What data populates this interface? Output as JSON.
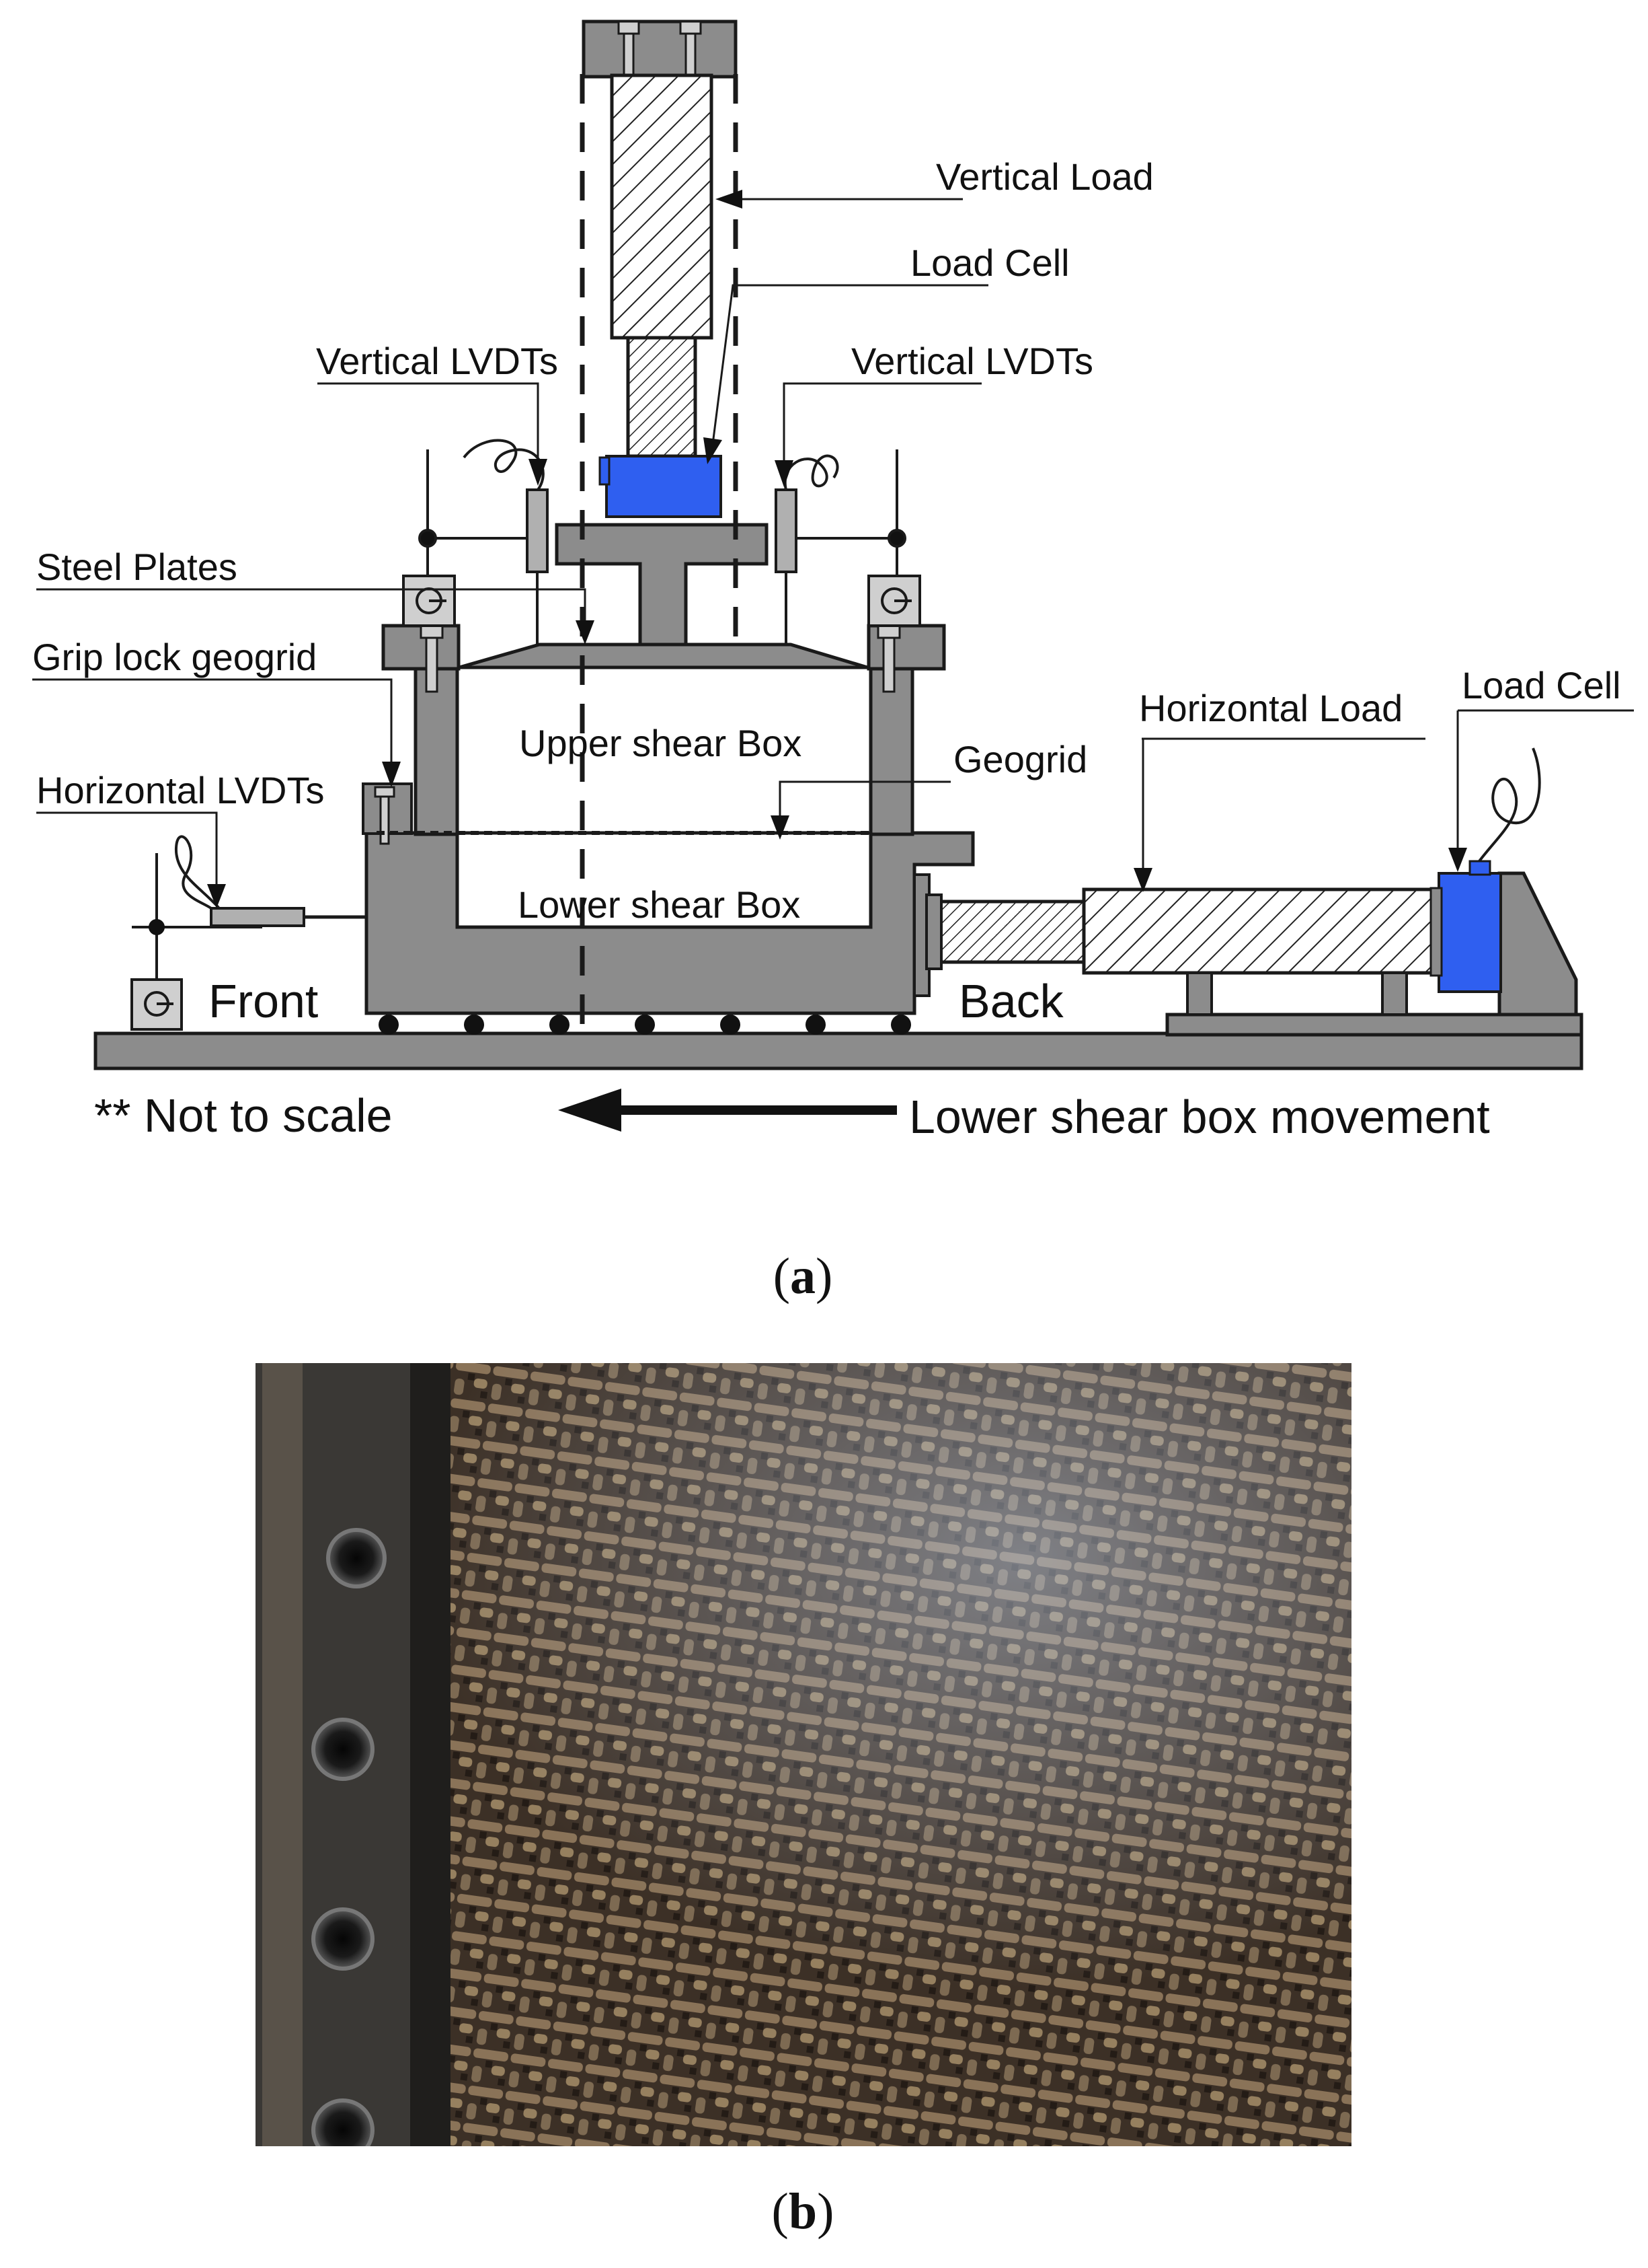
{
  "labels": {
    "vertical_load": "Vertical Load",
    "load_cell_top": "Load Cell",
    "vertical_lvdts_left": "Vertical LVDTs",
    "vertical_lvdts_right": "Vertical LVDTs",
    "steel_plates": "Steel Plates",
    "grip_lock_geogrid": "Grip lock geogrid",
    "upper_shear_box": "Upper shear Box",
    "geogrid": "Geogrid",
    "horizontal_load": "Horizontal  Load",
    "load_cell_right": "Load Cell",
    "horizontal_lvdts": "Horizontal  LVDTs",
    "lower_shear_box": "Lower shear Box",
    "front": "Front",
    "back": "Back",
    "not_to_scale": "** Not to scale",
    "movement": "Lower shear box movement"
  },
  "captions": {
    "a_open": "(",
    "a_letter": "a",
    "a_close": ")",
    "b_open": "(",
    "b_letter": "b",
    "b_close": ")"
  },
  "colors": {
    "steel_gray": "#8c8c8c",
    "load_cell_blue": "#2f5ff0",
    "outline": "#1a1a1a",
    "fabric_brown": "#5b4a38"
  }
}
